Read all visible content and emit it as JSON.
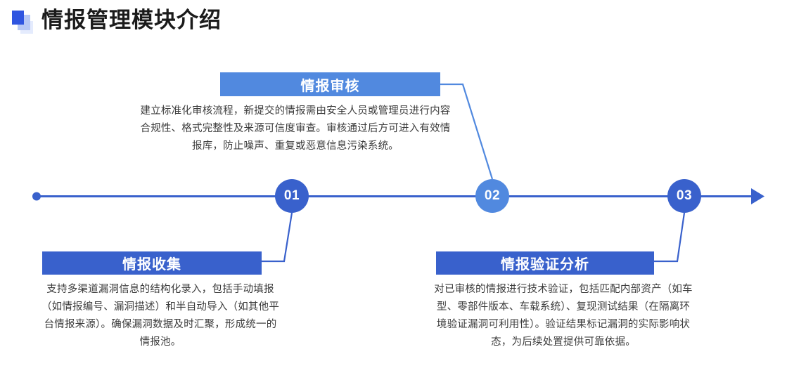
{
  "header": {
    "title": "情报管理模块介绍",
    "icon": "three-squares-icon",
    "icon_colors": [
      "#2f55e0",
      "#b7c8f5",
      "#e4ebfd"
    ]
  },
  "theme": {
    "primary_dark_blue": "#3961cc",
    "primary_light_blue": "#5189df",
    "text_color": "#3b3b3b",
    "title_color": "#1b1b1b",
    "background": "#ffffff"
  },
  "timeline": {
    "start_marker": "dot",
    "end_marker": "arrow",
    "axis_color": "#3961cc",
    "nodes": [
      {
        "number": "01",
        "color": "#3961cc",
        "position": "below"
      },
      {
        "number": "02",
        "color": "#5189df",
        "position": "above"
      },
      {
        "number": "03",
        "color": "#3961cc",
        "position": "below"
      }
    ]
  },
  "cards": [
    {
      "id": "collection",
      "step": "01",
      "title": "情报收集",
      "body": "支持多渠道漏洞信息的结构化录入，包括手动填报（如情报编号、漏洞描述）和半自动导入（如其他平台情报来源）。确保漏洞数据及时汇聚，形成统一的情报池。",
      "header_color": "#3961cc"
    },
    {
      "id": "review",
      "step": "02",
      "title": "情报审核",
      "body": "建立标准化审核流程，新提交的情报需由安全人员或管理员进行内容合规性、格式完整性及来源可信度审查。审核通过后方可进入有效情报库，防止噪声、重复或恶意信息污染系统。",
      "header_color": "#5189df"
    },
    {
      "id": "verification",
      "step": "03",
      "title": "情报验证分析",
      "body": "对已审核的情报进行技术验证，包括匹配内部资产（如车型、零部件版本、车载系统）、复现测试结果（在隔离环境验证漏洞可利用性）。验证结果标记漏洞的实际影响状态，为后续处置提供可靠依据。",
      "header_color": "#3961cc"
    }
  ]
}
